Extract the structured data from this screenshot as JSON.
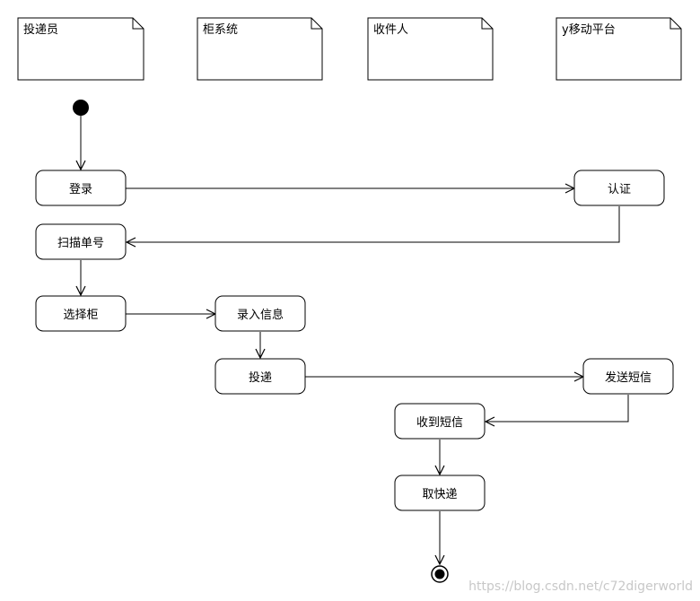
{
  "lanes": {
    "courier": "投递员",
    "locker": "柜系统",
    "recipient": "收件人",
    "mobile": "y移动平台"
  },
  "activities": {
    "login": "登录",
    "auth": "认证",
    "scan": "扫描单号",
    "select": "选择柜",
    "input": "录入信息",
    "deliver": "投递",
    "send_sms": "发送短信",
    "receive_sms": "收到短信",
    "pickup": "取快递"
  },
  "watermark": "https://blog.csdn.net/c72digerworld"
}
